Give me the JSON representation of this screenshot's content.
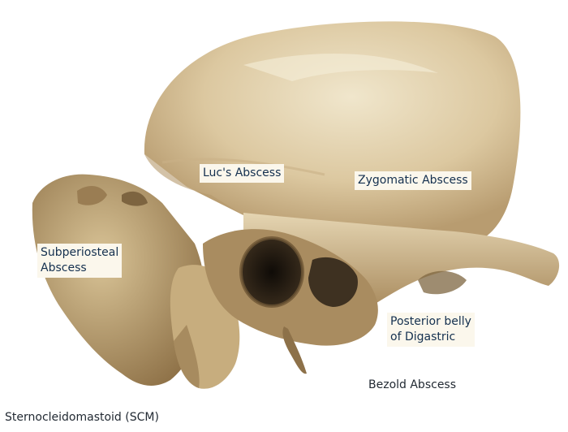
{
  "figure": {
    "subject": "temporal-bone-illustration",
    "labels": {
      "lucs_abscess": "Luc's Abscess",
      "zygomatic_abscess": "Zygomatic Abscess",
      "subperiosteal_line1": "Subperiosteal",
      "subperiosteal_line2": "Abscess",
      "posterior_belly_line1": "Posterior belly",
      "posterior_belly_line2": "of Digastric",
      "bezold_abscess": "Bezold Abscess",
      "scm": "Sternocleidomastoid (SCM)"
    },
    "colors": {
      "bone_light": "#e9dcbf",
      "bone_mid": "#cbb287",
      "bone_dark": "#8a6f48",
      "cavity": "#1d1710",
      "label_bg": "#fbf7ec",
      "label_text": "#14304f"
    }
  }
}
